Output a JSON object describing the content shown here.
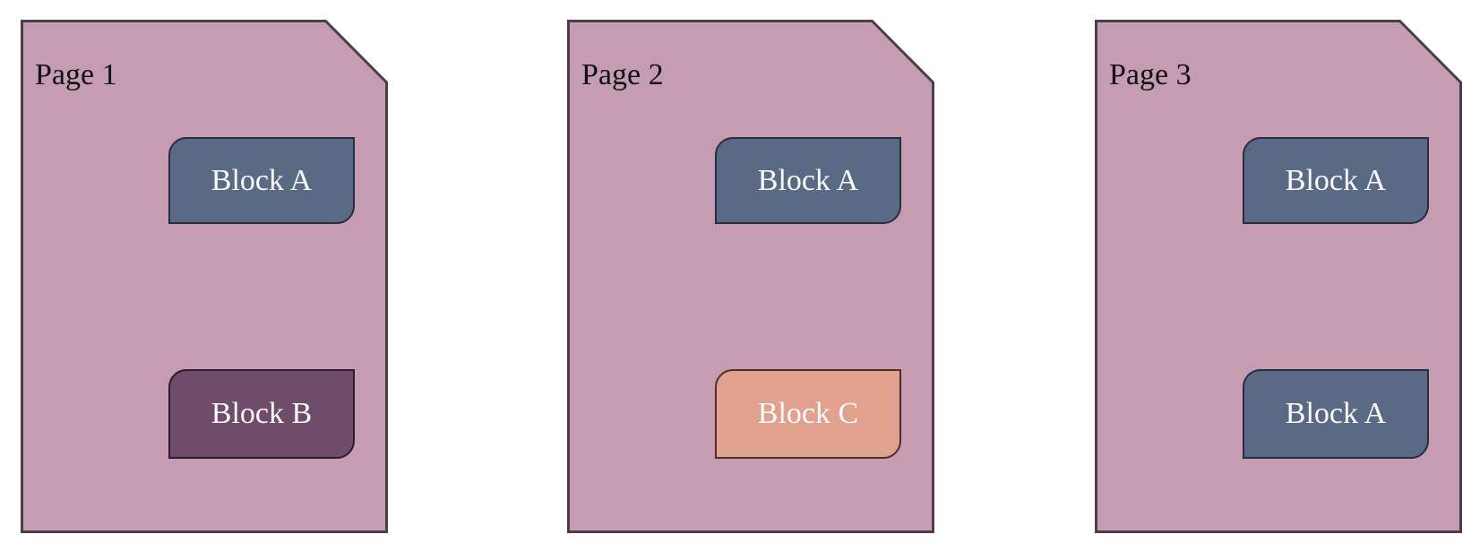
{
  "canvas": {
    "background": "#ffffff"
  },
  "colors": {
    "page_fill": "#c59cb2",
    "page_border": "#4a3e4d",
    "page_title_text": "#121212",
    "block_text": "#fafafa"
  },
  "pages": [
    {
      "title": "Page 1",
      "blocks": [
        {
          "label": "Block A",
          "fill": "#5a6a85",
          "border": "#252e40"
        },
        {
          "label": "Block B",
          "fill": "#6f4c69",
          "border": "#2d1c2d"
        }
      ]
    },
    {
      "title": "Page 2",
      "blocks": [
        {
          "label": "Block A",
          "fill": "#5a6a85",
          "border": "#252e40"
        },
        {
          "label": "Block C",
          "fill": "#e0a18e",
          "border": "#4e2f26"
        }
      ]
    },
    {
      "title": "Page 3",
      "blocks": [
        {
          "label": "Block A",
          "fill": "#5a6a85",
          "border": "#252e40"
        },
        {
          "label": "Block A",
          "fill": "#5a6a85",
          "border": "#252e40"
        }
      ]
    }
  ]
}
